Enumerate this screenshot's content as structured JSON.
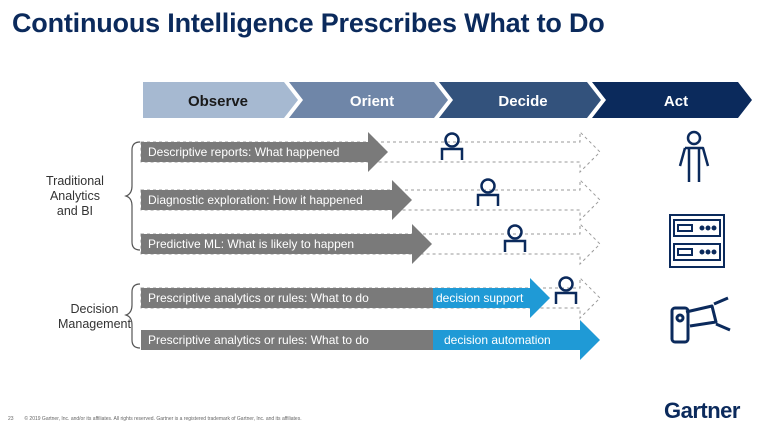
{
  "title": "Continuous Intelligence Prescribes What to Do",
  "stages": [
    {
      "label": "Observe",
      "color": "#a6b9d1",
      "text_color": "#1a1a1a"
    },
    {
      "label": "Orient",
      "color": "#6f86a8",
      "text_color": "#ffffff"
    },
    {
      "label": "Decide",
      "color": "#33527c",
      "text_color": "#ffffff"
    },
    {
      "label": "Act",
      "color": "#0b2a5c",
      "text_color": "#ffffff"
    }
  ],
  "groups": [
    {
      "label": "Traditional Analytics and BI",
      "lines": [
        "Traditional",
        "Analytics",
        "and BI"
      ]
    },
    {
      "label": "Decision Management",
      "lines": [
        "Decision",
        "Management"
      ]
    }
  ],
  "rows": [
    {
      "label": "Descriptive reports: What happened",
      "person": true
    },
    {
      "label": "Diagnostic exploration: How it happened",
      "person": true
    },
    {
      "label": "Predictive ML: What is likely to happen",
      "person": true
    },
    {
      "label": "Prescriptive analytics or rules: What to do",
      "extension": "decision support",
      "person": true
    },
    {
      "label": "Prescriptive analytics or rules: What to do",
      "extension": "decision automation",
      "person": false
    }
  ],
  "colors": {
    "title": "#0b2a5c",
    "gray_arrow": "#7a7a7a",
    "blue_arrow": "#1f9ad6",
    "icon": "#0b2a5c"
  },
  "icons": [
    "person-icon",
    "server-rack-icon",
    "robot-arm-icon"
  ],
  "footer": {
    "page": "23",
    "copyright": "© 2019 Gartner, Inc. and/or its affiliates. All rights reserved. Gartner is a registered trademark of Gartner, Inc. and its affiliates."
  },
  "logo": "Gartner"
}
